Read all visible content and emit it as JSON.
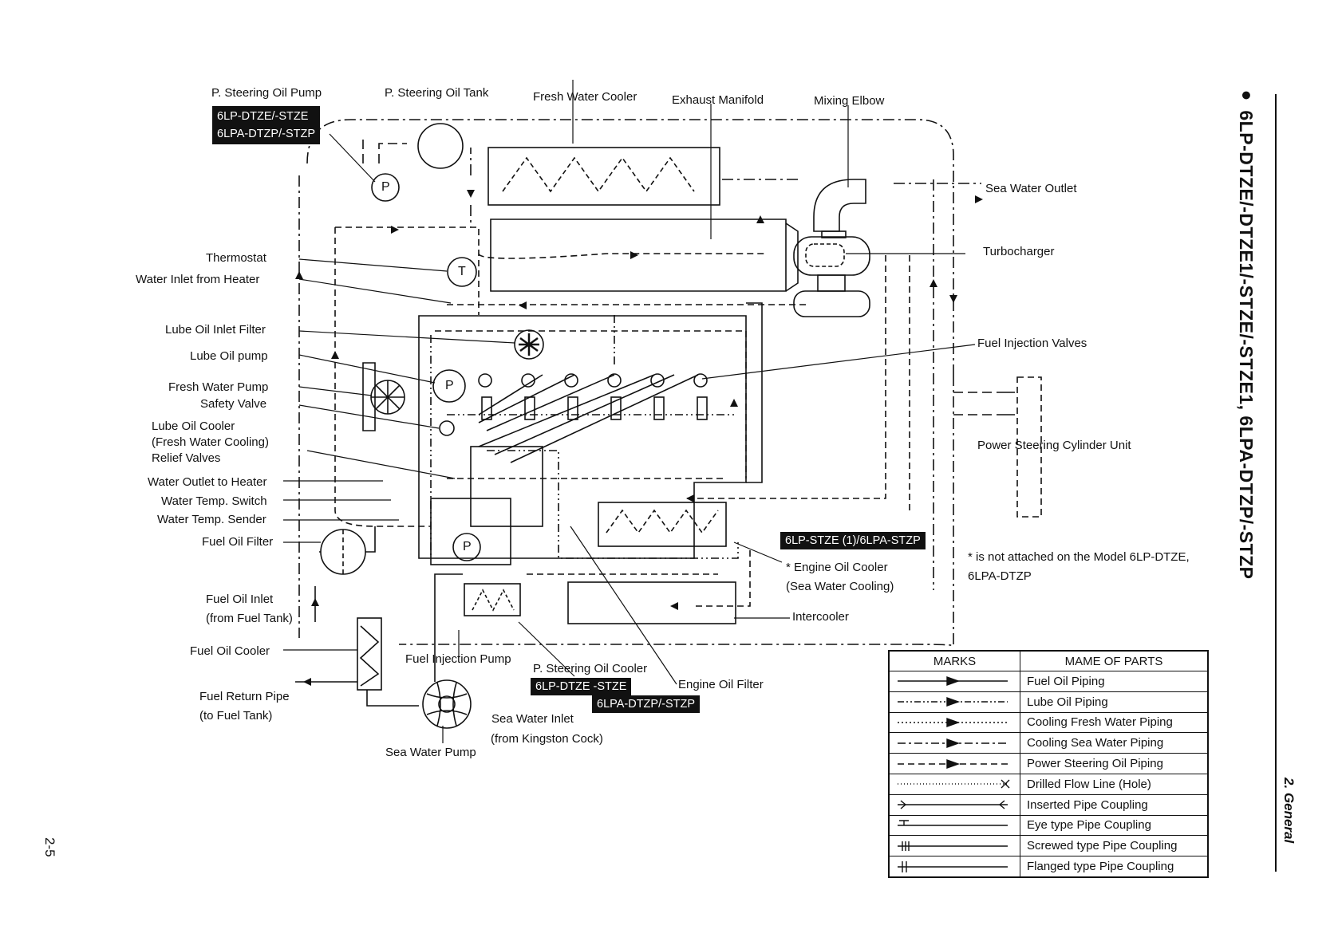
{
  "side_title": "6LP-DTZE/-DTZE1/-STZE/-STZE1, 6LPA-DTZP/-STZP",
  "section": "2. General",
  "page_number": "2-5",
  "labels": {
    "p_steering_oil_pump": "P. Steering Oil Pump",
    "p_steering_oil_tank": "P. Steering Oil Tank",
    "fresh_water_cooler": "Fresh Water Cooler",
    "exhaust_manifold": "Exhaust Manifold",
    "mixing_elbow": "Mixing Elbow",
    "sea_water_outlet": "Sea Water Outlet",
    "turbocharger": "Turbocharger",
    "thermostat": "Thermostat",
    "water_inlet_from_heater": "Water Inlet from Heater",
    "lube_oil_inlet_filter": "Lube Oil Inlet Filter",
    "lube_oil_pump": "Lube Oil pump",
    "fresh_water_pump": "Fresh Water Pump",
    "safety_valve": "Safety Valve",
    "lube_oil_cooler": "Lube Oil Cooler\n(Fresh Water Cooling)\nRelief Valves",
    "water_outlet_to_heater": "Water Outlet to Heater",
    "water_temp_switch": "Water Temp. Switch",
    "water_temp_sender": "Water Temp. Sender",
    "fuel_oil_filter": "Fuel Oil Filter",
    "fuel_oil_inlet": "Fuel Oil Inlet\n(from Fuel Tank)",
    "fuel_oil_cooler": "Fuel Oil Cooler",
    "fuel_return_pipe": "Fuel Return Pipe\n(to Fuel Tank)",
    "sea_water_pump": "Sea Water Pump",
    "fuel_injection_pump": "Fuel Injection Pump",
    "p_steering_oil_cooler": "P. Steering Oil Cooler",
    "engine_oil_filter": "Engine Oil Filter",
    "sea_water_inlet": "Sea Water Inlet",
    "sea_water_inlet_from": "(from Kingston Cock)",
    "fuel_injection_valves": "Fuel Injection Valves",
    "power_steering_cylinder_unit": "Power Steering Cylinder Unit",
    "engine_oil_cooler": "* Engine Oil Cooler\n(Sea Water Cooling)",
    "intercooler": "Intercooler"
  },
  "badges": {
    "pump_models": "6LP-DTZE/-STZE\n6LPA-DTZP/-STZP",
    "oil_cooler_models": "6LP-STZE (1)/6LPA-STZP",
    "cooler_model_a": "6LP-DTZE -STZE",
    "cooler_model_b": "6LPA-DTZP/-STZP"
  },
  "note": "* is not attached on the Model 6LP-DTZE,\n6LPA-DTZP",
  "legend": {
    "header_marks": "MARKS",
    "header_parts": "MAME OF PARTS",
    "rows": [
      {
        "mark": "fuel",
        "name": "Fuel Oil Piping"
      },
      {
        "mark": "lube",
        "name": "Lube Oil Piping"
      },
      {
        "mark": "fresh",
        "name": "Cooling Fresh Water Piping"
      },
      {
        "mark": "sea",
        "name": "Cooling Sea Water Piping"
      },
      {
        "mark": "steer",
        "name": "Power Steering Oil Piping"
      },
      {
        "mark": "drilled",
        "name": "Drilled Flow Line (Hole)"
      },
      {
        "mark": "inserted",
        "name": "Inserted Pipe Coupling"
      },
      {
        "mark": "eye",
        "name": "Eye type Pipe Coupling"
      },
      {
        "mark": "screwed",
        "name": "Screwed type Pipe Coupling"
      },
      {
        "mark": "flanged",
        "name": "Flanged type Pipe Coupling"
      }
    ]
  },
  "component_letters": {
    "pump": "P",
    "thermostat": "T"
  }
}
